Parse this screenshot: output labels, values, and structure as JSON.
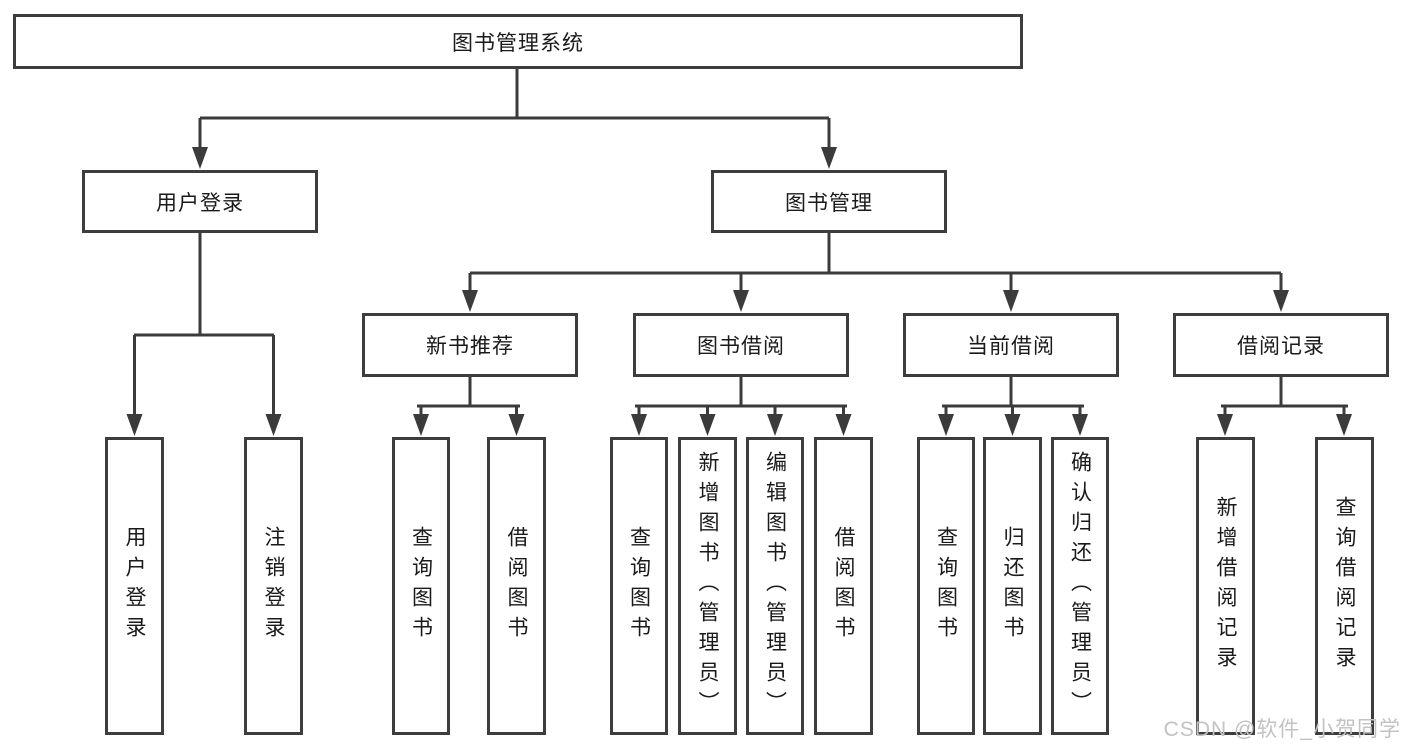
{
  "diagram": {
    "root": {
      "label": "图书管理系统"
    },
    "level2": {
      "user_login": {
        "label": "用户登录"
      },
      "book_management": {
        "label": "图书管理"
      }
    },
    "level3": {
      "new_book_recommend": {
        "label": "新书推荐",
        "parent": "图书管理"
      },
      "book_borrowing": {
        "label": "图书借阅",
        "parent": "图书管理"
      },
      "current_borrowing": {
        "label": "当前借阅",
        "parent": "图书管理"
      },
      "borrowing_records": {
        "label": "借阅记录",
        "parent": "图书管理"
      }
    },
    "level4": {
      "user_login_leaf": {
        "label": "用户登录",
        "parent": "用户登录"
      },
      "logout": {
        "label": "注销登录",
        "parent": "用户登录"
      },
      "nbr_query_books": {
        "label": "查询图书",
        "parent": "新书推荐"
      },
      "nbr_borrow_books": {
        "label": "借阅图书",
        "parent": "新书推荐"
      },
      "bb_query_books": {
        "label": "查询图书",
        "parent": "图书借阅"
      },
      "bb_add_books": {
        "label": "新增图书（管理员）",
        "parent": "图书借阅"
      },
      "bb_edit_books": {
        "label": "编辑图书（管理员）",
        "parent": "图书借阅"
      },
      "bb_borrow_books": {
        "label": "借阅图书",
        "parent": "图书借阅"
      },
      "cb_query_books": {
        "label": "查询图书",
        "parent": "当前借阅"
      },
      "cb_return_books": {
        "label": "归还图书",
        "parent": "当前借阅"
      },
      "cb_confirm_return": {
        "label": "确认归还（管理员）",
        "parent": "当前借阅"
      },
      "br_add_record": {
        "label": "新增借阅记录",
        "parent": "借阅记录"
      },
      "br_query_record": {
        "label": "查询借阅记录",
        "parent": "借阅记录"
      }
    }
  },
  "watermark": {
    "text": "CSDN @软件_小贺同学"
  },
  "colors": {
    "line": "#3b3b3b",
    "border": "#3d3d3d",
    "text": "#1a1a1a",
    "background": "#ffffff",
    "watermark": "#c2c2c2"
  }
}
